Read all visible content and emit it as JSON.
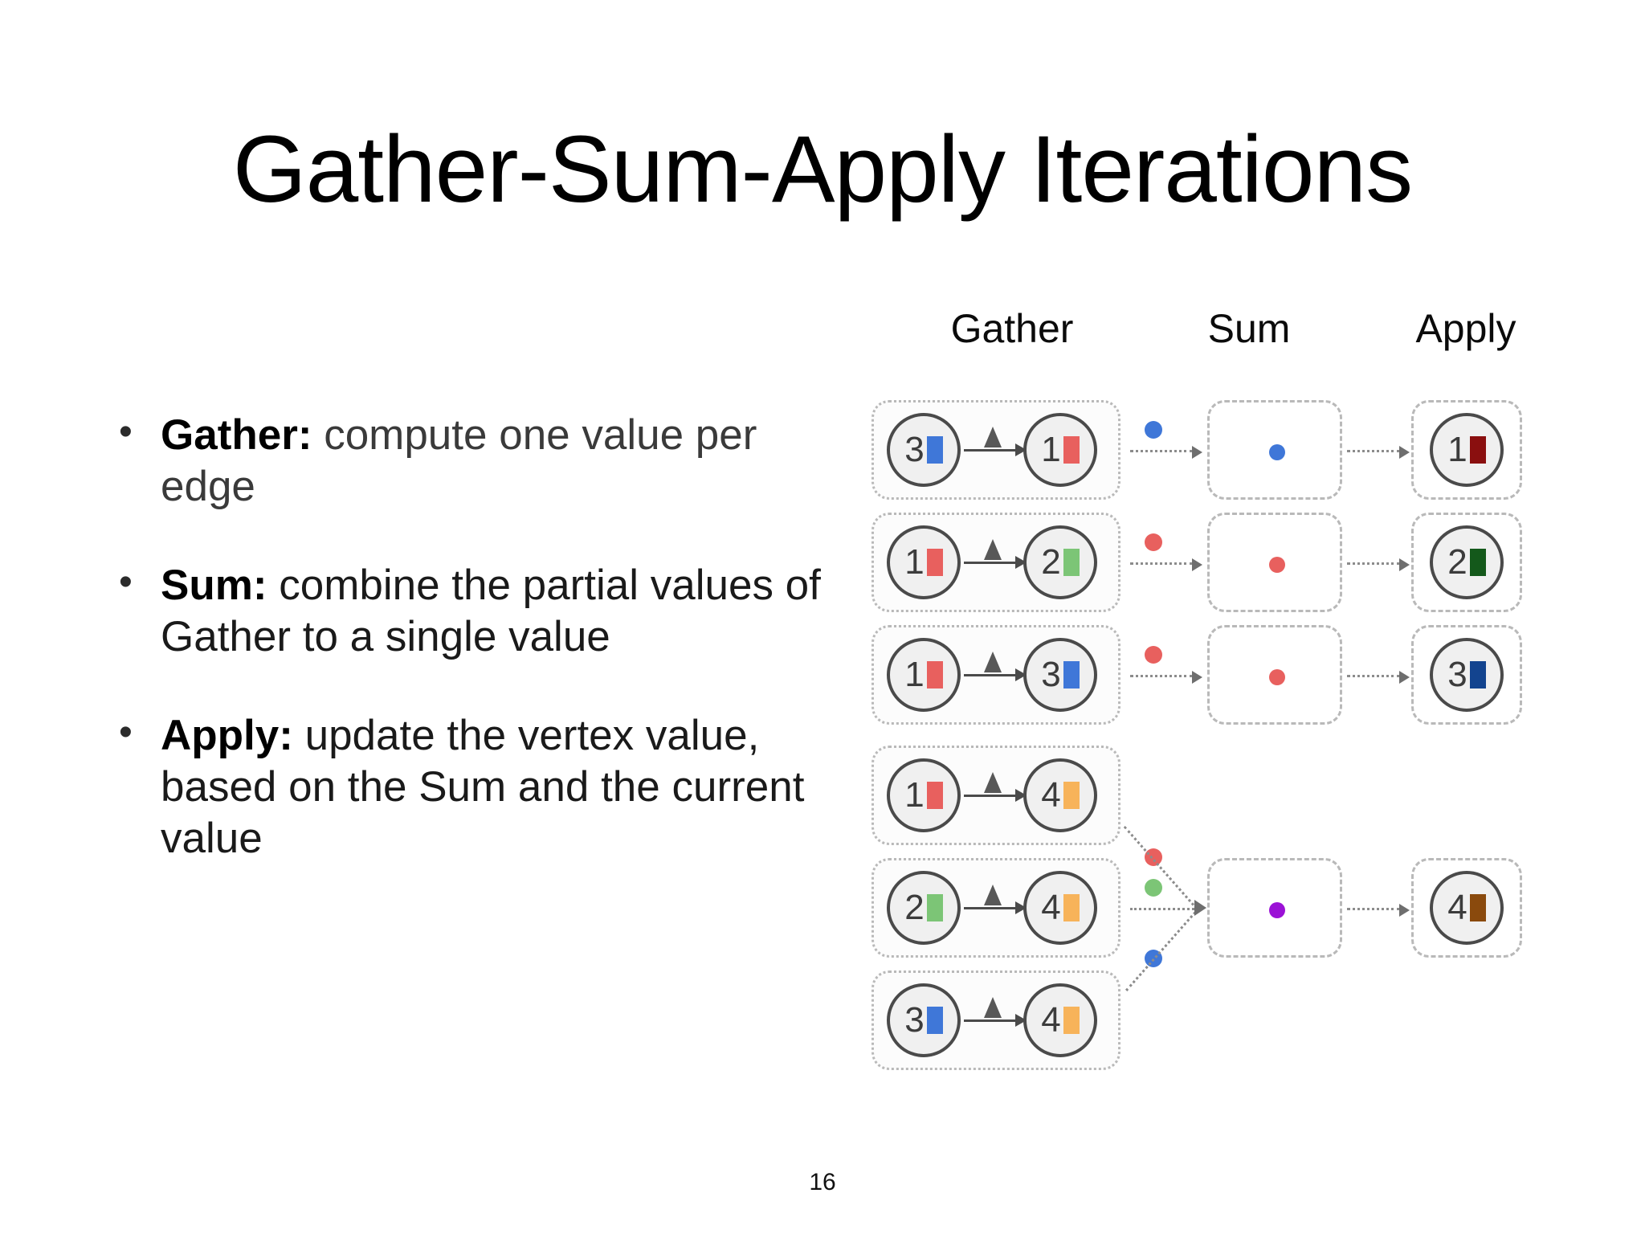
{
  "slide": {
    "title": "Gather-Sum-Apply Iterations",
    "page_number": "16"
  },
  "bullets": [
    {
      "marker": "•",
      "lead": "Gather:",
      "rest": " compute one value per edge",
      "tone": "gray"
    },
    {
      "marker": "•",
      "lead": "Sum:",
      "rest": " combine the partial values of Gather to a single value",
      "tone": "dark"
    },
    {
      "marker": "•",
      "lead": "Apply:",
      "rest": " update the vertex value, based on the Sum and the current value",
      "tone": "dark"
    }
  ],
  "diagram": {
    "headers": {
      "gather": "Gather",
      "sum": "Sum",
      "apply": "Apply"
    },
    "colors": {
      "blue": "#3f77d8",
      "red": "#e8605e",
      "green": "#7cc576",
      "orange": "#f7b35a",
      "dark_red": "#8a0f0f",
      "dark_green": "#14591b",
      "dark_blue": "#13448f",
      "dark_brown": "#8a4a0d",
      "purple": "#9b12d6",
      "node_border": "#4a4a4a",
      "node_fill": "#f0f0f0",
      "box_border": "#b9b9b9",
      "arrow": "#4a4a4a"
    },
    "rows": [
      {
        "id": "row-1",
        "src": {
          "value": "3",
          "color": "blue"
        },
        "dst": {
          "value": "1",
          "color": "red"
        },
        "gather_dot": "blue",
        "sum_dot": "blue",
        "apply": {
          "value": "1",
          "color": "dark_red"
        }
      },
      {
        "id": "row-2",
        "src": {
          "value": "1",
          "color": "red"
        },
        "dst": {
          "value": "2",
          "color": "green"
        },
        "gather_dot": "red",
        "sum_dot": "red",
        "apply": {
          "value": "2",
          "color": "dark_green"
        }
      },
      {
        "id": "row-3",
        "src": {
          "value": "1",
          "color": "red"
        },
        "dst": {
          "value": "3",
          "color": "blue"
        },
        "gather_dot": "red",
        "sum_dot": "red",
        "apply": {
          "value": "3",
          "color": "dark_blue"
        }
      },
      {
        "id": "row-4",
        "src": {
          "value": "1",
          "color": "red"
        },
        "dst": {
          "value": "4",
          "color": "orange"
        },
        "gather_dot": "red",
        "sum_dot": null,
        "apply": null
      },
      {
        "id": "row-5",
        "src": {
          "value": "2",
          "color": "green"
        },
        "dst": {
          "value": "4",
          "color": "orange"
        },
        "gather_dot": "green",
        "sum_dot": "purple",
        "apply": {
          "value": "4",
          "color": "dark_brown"
        }
      },
      {
        "id": "row-6",
        "src": {
          "value": "3",
          "color": "blue"
        },
        "dst": {
          "value": "4",
          "color": "orange"
        },
        "gather_dot": "blue",
        "sum_dot": null,
        "apply": null
      }
    ]
  }
}
